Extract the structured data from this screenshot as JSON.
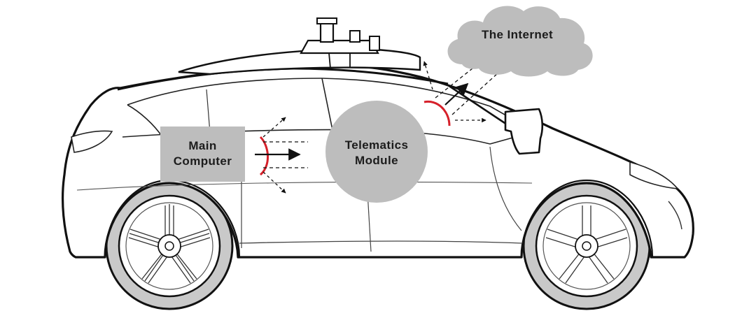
{
  "diagram": {
    "main_computer": {
      "line1": "Main",
      "line2": "Computer"
    },
    "telematics_module": {
      "line1": "Telematics",
      "line2": "Module"
    },
    "internet": {
      "label": "The Internet"
    }
  },
  "colors": {
    "outline": "#111111",
    "box_fill": "#bdbdbd",
    "arc": "#d6202a",
    "tire": "#c9c9c9"
  }
}
